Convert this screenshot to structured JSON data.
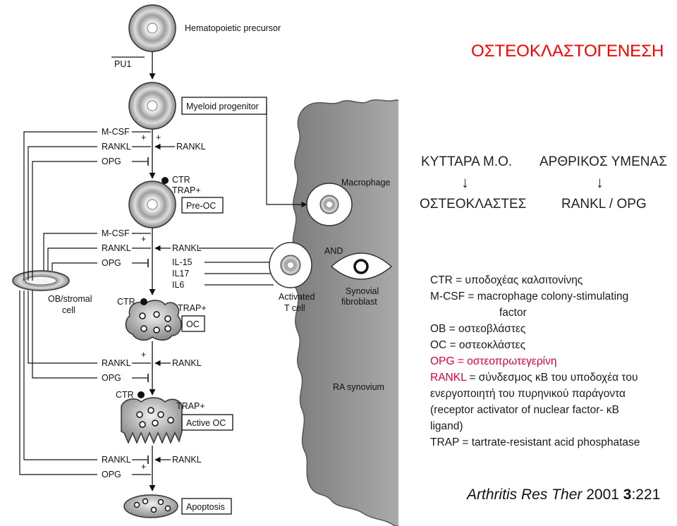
{
  "slide": {
    "title": "ΟΣΤΕΟΚΛΑΣΤΟΓΕΝΕΣΗ",
    "cells_label": "ΚΥΤΤΑΡΑ Μ.Ο.",
    "membrane_label": "ΑΡΘΡΙΚΟΣ ΥΜΕΝΑΣ",
    "arrow_symbol": "↓",
    "osteoclasts_label": "ΟΣΤΕΟΚΛΑΣΤΕΣ",
    "rankl_opg_label": "RANKL / OPG"
  },
  "diagram": {
    "hematopoietic": "Hematopoietic precursor",
    "pu1": "PU1",
    "myeloid": "Myeloid progenitor",
    "mcsf": "M-CSF",
    "rankl": "RANKL",
    "opg": "OPG",
    "plus": "+",
    "ctr": "CTR",
    "trap": "TRAP+",
    "preoc": "Pre-OC",
    "macrophage": "Macrophage",
    "and": "AND",
    "il15": "IL-15",
    "il17": "IL17",
    "il6": "IL6",
    "ob_line1": "OB/stromal",
    "ob_line2": "cell",
    "activated_line1": "Activated",
    "activated_line2": "T cell",
    "synovial_line1": "Synovial",
    "synovial_line2": "fibroblast",
    "oc": "OC",
    "ra_synovium": "RA synovium",
    "active_oc": "Active OC",
    "apoptosis": "Apoptosis"
  },
  "glossary": {
    "ctr": "CTR = υποδοχέας καλσιτονίνης",
    "mcsf_1": "M-CSF = macrophage colony-stimulating",
    "mcsf_2": "factor",
    "ob": "OB = οστεοβλάστες",
    "oc": "OC = οστεοκλάστες",
    "opg": "OPG = οστεοπρωτεγερίνη",
    "rankl_1": "= σύνδεσμος  κΒ του υποδοχέα του",
    "rankl_2": "ενεργοποιητή του πυρηνικού παράγοντα",
    "rankl_3": "(receptor activator of nuclear factor-  κΒ",
    "rankl_4": "ligand)",
    "trap": "TRAP = tartrate-resistant acid phosphatase",
    "rankl_term": "RANKL"
  },
  "citation": {
    "journal": "Arthritis Res Ther",
    "year": " 2001 ",
    "volume": "3",
    "pages": ":221"
  },
  "colors": {
    "title": "#ff0000",
    "highlight": "#e0003c",
    "synovium_fill": "#9a9a9a"
  }
}
